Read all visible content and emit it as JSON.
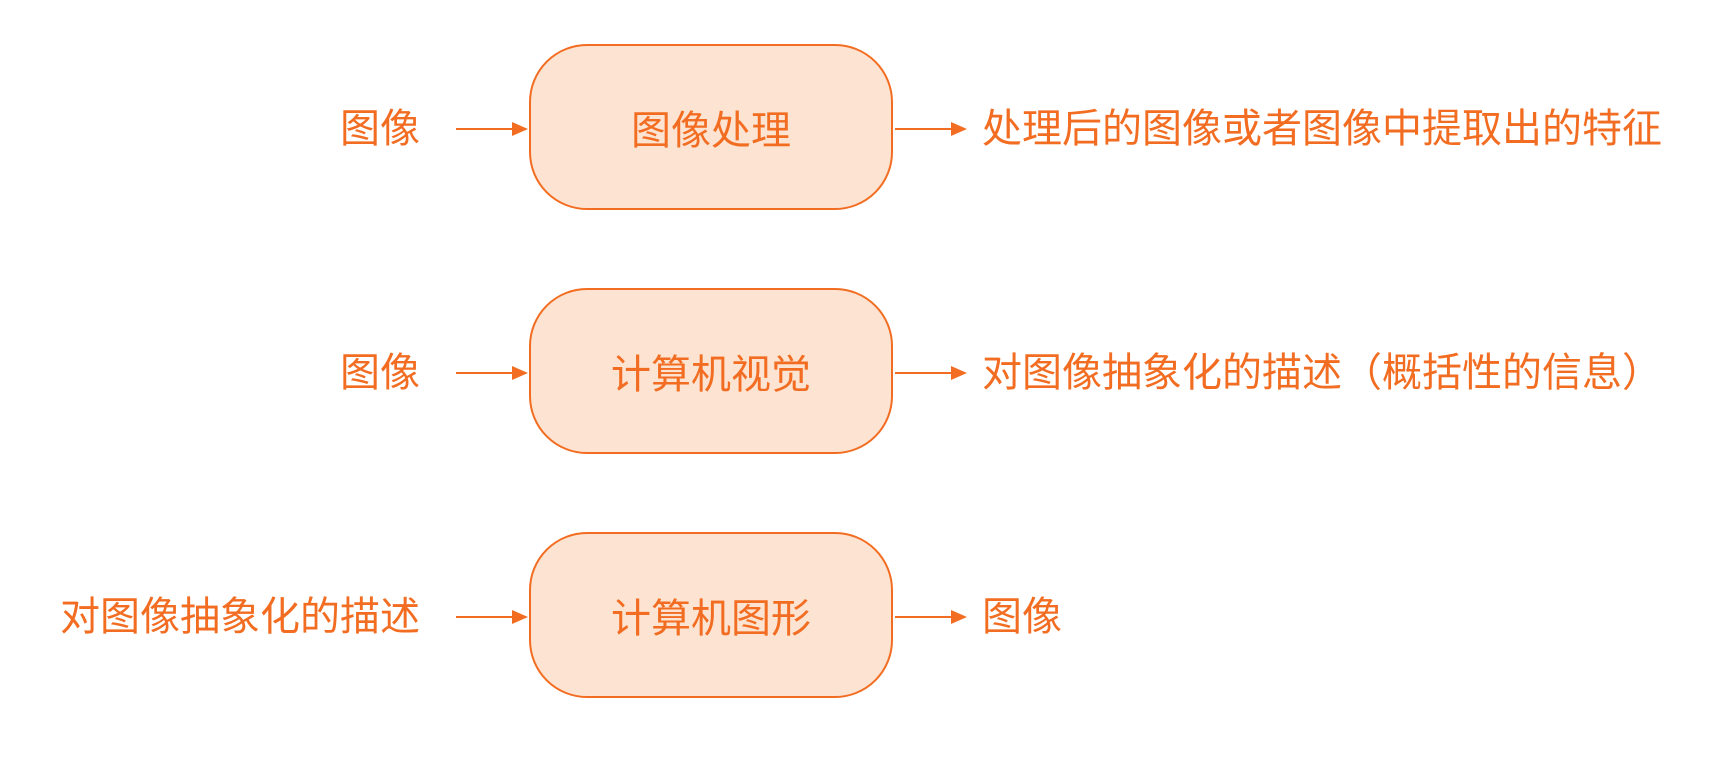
{
  "colors": {
    "accent": "#f26d21",
    "node_fill": "#fde3d1",
    "background": "#ffffff"
  },
  "rows": [
    {
      "input": "图像",
      "process": "图像处理",
      "output": "处理后的图像或者图像中提取出的特征"
    },
    {
      "input": "图像",
      "process": "计算机视觉",
      "output": "对图像抽象化的描述（概括性的信息）"
    },
    {
      "input": "对图像抽象化的描述",
      "process": "计算机图形",
      "output": "图像"
    }
  ]
}
